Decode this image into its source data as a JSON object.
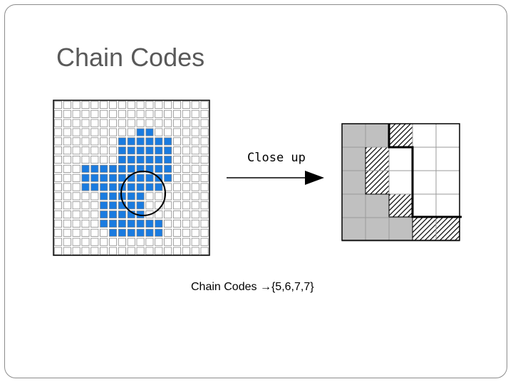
{
  "slide": {
    "title": "Chain Codes",
    "close_up_label": "Close up",
    "caption_prefix": "Chain Codes ",
    "caption_arrow": "→",
    "caption_codes": "{5,6,7,7}"
  },
  "colors": {
    "object_fill": "#1a7be0",
    "closeup_object": "#c0c0c0",
    "grid_line": "#8a8a8a"
  },
  "grid": {
    "rows": 17,
    "cols": 17,
    "filled_rows": [
      [],
      [],
      [],
      [
        9,
        10
      ],
      [
        7,
        8,
        9,
        10,
        11,
        12
      ],
      [
        7,
        8,
        9,
        10,
        11,
        12
      ],
      [
        7,
        8,
        9,
        10,
        11,
        12
      ],
      [
        3,
        4,
        5,
        6,
        7,
        8,
        9,
        10,
        11,
        12
      ],
      [
        3,
        4,
        5,
        6,
        7,
        8,
        9,
        10,
        11,
        12
      ],
      [
        3,
        4,
        5,
        6,
        7,
        8,
        9,
        10,
        11
      ],
      [
        5,
        6,
        7,
        8,
        9
      ],
      [
        5,
        6,
        7,
        8,
        9
      ],
      [
        5,
        6,
        7,
        8,
        9
      ],
      [
        5,
        6,
        7,
        8,
        9,
        10,
        11
      ],
      [
        6,
        7,
        8,
        9,
        10,
        11
      ],
      [],
      []
    ]
  },
  "closeup": {
    "rows": 5,
    "cols": 5,
    "cells": [
      [
        "g",
        "g",
        "h",
        "w",
        "w"
      ],
      [
        "g",
        "h",
        "w",
        "w",
        "w"
      ],
      [
        "g",
        "h",
        "w",
        "w",
        "w"
      ],
      [
        "g",
        "g",
        "h",
        "w",
        "w"
      ],
      [
        "g",
        "g",
        "g",
        "h",
        "h"
      ]
    ]
  }
}
